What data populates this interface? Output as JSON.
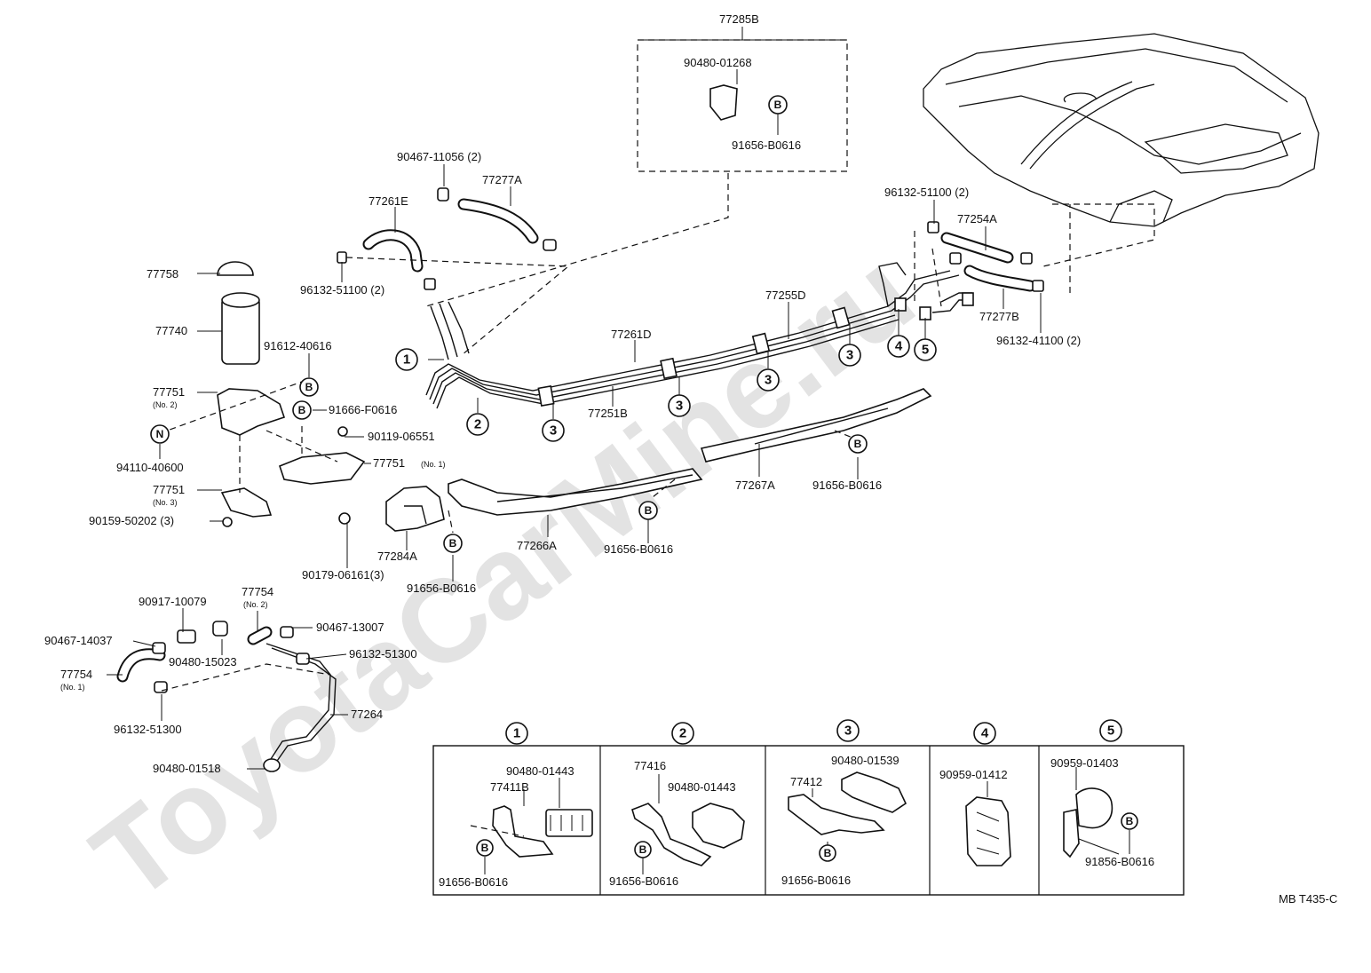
{
  "watermark": "ToyotaCarMine.ru",
  "diagram_code": "MB T435-C",
  "circle_b": "B",
  "circle_n": "N",
  "labels": {
    "l77285B": "77285B",
    "l90480_01268": "90480-01268",
    "l91656_B0616_top": "91656-B0616",
    "l90467_11056": "90467-11056 (2)",
    "l77277A": "77277A",
    "l77261E": "77261E",
    "l77758": "77758",
    "l96132_51100_left": "96132-51100 (2)",
    "l77740": "77740",
    "l91612_40616": "91612-40616",
    "l77751_no2": "77751",
    "l91666_F0616": "91666-F0616",
    "l90119_06551": "90119-06551",
    "l94110_40600": "94110-40600",
    "l77751_no1": "77751",
    "l77751_no3": "77751",
    "l90159_50202": "90159-50202 (3)",
    "l90179_06161": "90179-06161(3)",
    "l77284A": "77284A",
    "l91656_B0616_a": "91656-B0616",
    "l77266A": "77266A",
    "l91656_B0616_b": "91656-B0616",
    "l77267A": "77267A",
    "l91656_B0616_c": "91656-B0616",
    "l77261D": "77261D",
    "l77251B": "77251B",
    "l77255D": "77255D",
    "l96132_51100_right": "96132-51100 (2)",
    "l77254A": "77254A",
    "l77277B": "77277B",
    "l96132_41100": "96132-41100 (2)",
    "l90917_10079": "90917-10079",
    "l77754_no2": "77754",
    "l90467_14037": "90467-14037",
    "l90467_13007": "90467-13007",
    "l90480_15023": "90480-15023",
    "l96132_51300_r": "96132-51300",
    "l77754_no1": "77754",
    "l96132_51300_l": "96132-51300",
    "l77264": "77264",
    "l90480_01518": "90480-01518"
  },
  "sublabels": {
    "no1": "(No. 1)",
    "no2": "(No. 2)",
    "no3": "(No. 3)"
  },
  "callouts": [
    "1",
    "2",
    "3",
    "4",
    "5"
  ],
  "detail_table": {
    "headers": [
      "1",
      "2",
      "3",
      "4",
      "5"
    ],
    "cell1": {
      "a": "90480-01443",
      "b": "77411B",
      "c": "91656-B0616"
    },
    "cell2": {
      "a": "77416",
      "b": "90480-01443",
      "c": "91656-B0616"
    },
    "cell3": {
      "a": "90480-01539",
      "b": "77412",
      "c": "91656-B0616"
    },
    "cell4": {
      "a": "90959-01412"
    },
    "cell5": {
      "a": "90959-01403",
      "b": "91856-B0616"
    }
  }
}
